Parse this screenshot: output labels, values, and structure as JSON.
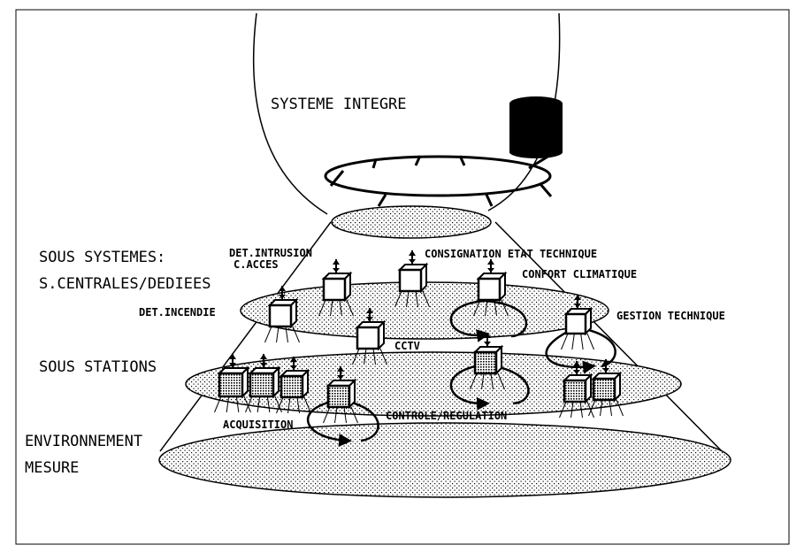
{
  "title": "SYSTEME INTEGRE",
  "levels": {
    "sous_systemes": "SOUS SYSTEMES:",
    "centrales": "S.CENTRALES/DEDIEES",
    "sous_stations": "SOUS STATIONS",
    "env_line1": "ENVIRONNEMENT",
    "env_line2": "MESURE"
  },
  "subsystems": {
    "intrusion": "DET.INTRUSION",
    "acces": "C.ACCES",
    "consignation": "CONSIGNATION ETAT TECHNIQUE",
    "confort": "CONFORT CLIMATIQUE",
    "incendie": "DET.INCENDIE",
    "gestion": "GESTION TECHNIQUE",
    "cctv": "CCTV",
    "acquisition": "ACQUISITION",
    "controle": "CONTROLE/REGULATION"
  }
}
